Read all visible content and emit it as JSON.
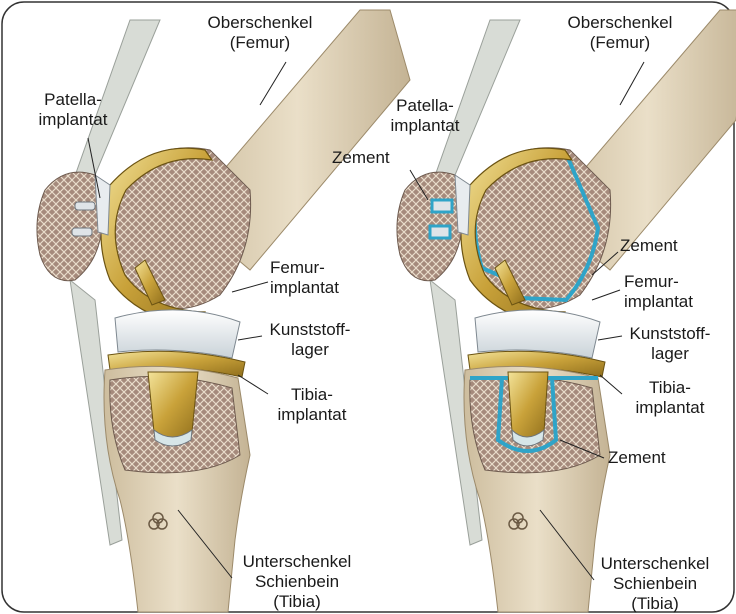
{
  "colors": {
    "bone": "#e3d7bf",
    "bone_shadow": "#b9a98b",
    "spongy": "#a58a7c",
    "implant_gold": "#c9a23a",
    "implant_light": "#f0dc8c",
    "plastic": "#eef3f6",
    "cement": "#2fa4c8",
    "tendon": "#d8dcd6"
  },
  "left": {
    "femur": [
      "Oberschenkel",
      "(Femur)"
    ],
    "patella": [
      "Patella-",
      "implantat"
    ],
    "femur_implant": [
      "Femur-",
      "implantat"
    ],
    "insert": [
      "Kunststoff-",
      "lager"
    ],
    "tibia_implant": [
      "Tibia-",
      "implantat"
    ],
    "tibia": [
      "Unterschenkel",
      "Schienbein",
      "(Tibia)"
    ]
  },
  "right": {
    "femur": [
      "Oberschenkel",
      "(Femur)"
    ],
    "patella": [
      "Patella-",
      "implantat"
    ],
    "cement_patella": "Zement",
    "cement_femur": "Zement",
    "femur_implant": [
      "Femur-",
      "implantat"
    ],
    "insert": [
      "Kunststoff-",
      "lager"
    ],
    "tibia_implant": [
      "Tibia-",
      "implantat"
    ],
    "cement_tibia": "Zement",
    "tibia": [
      "Unterschenkel",
      "Schienbein",
      "(Tibia)"
    ]
  }
}
